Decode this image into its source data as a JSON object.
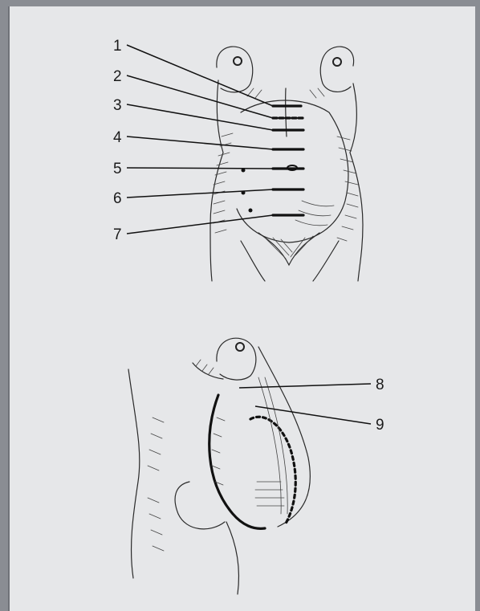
{
  "figure": {
    "labels_top": [
      "1",
      "2",
      "3",
      "4",
      "5",
      "6",
      "7"
    ],
    "labels_side": [
      "8",
      "9"
    ]
  }
}
